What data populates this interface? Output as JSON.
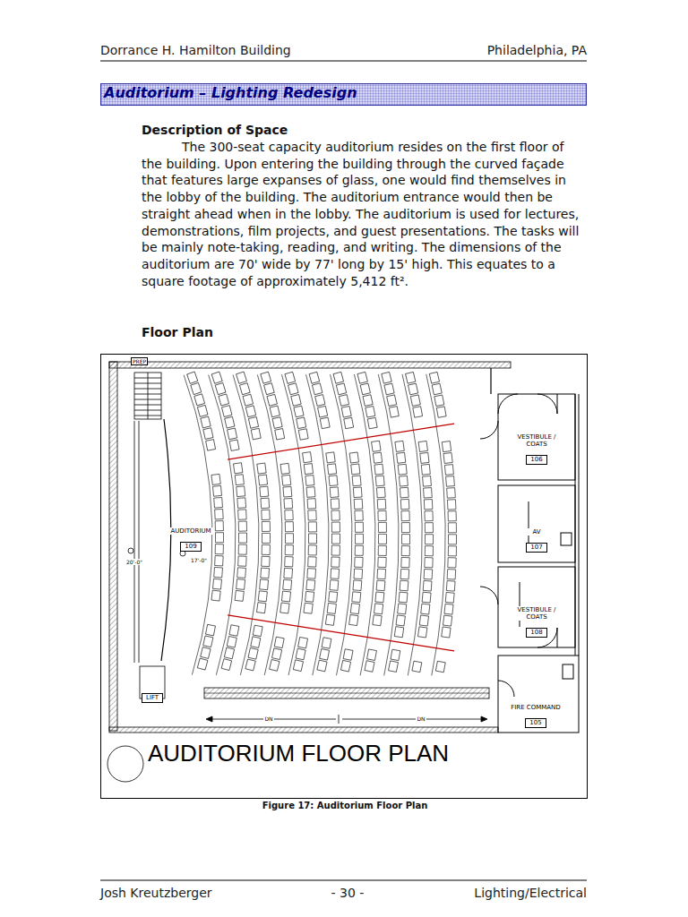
{
  "diagram": {
    "title": "Auditorium – Lighting Redesign",
    "caption": "Figure 17: Auditorium Floor Plan",
    "nodes": [
      {
        "text": [
          "VESTIBULE / COATS",
          "106"
        ]
      },
      {
        "text": [
          "AUDITORIUM",
          "109"
        ]
      },
      {
        "text": [
          "AV",
          "107"
        ]
      },
      {
        "text": [
          "VESTIBULE / COATS",
          "108"
        ]
      },
      {
        "text": [
          "LIFT"
        ]
      },
      {
        "text": [
          "FIRE COMMAND",
          "105"
        ]
      }
    ],
    "labels": [
      "Dorrance H. Hamilton Building",
      "Philadelphia, PA",
      "Description of Space",
      "The 300-seat capacity auditorium resides on the first floor of the building. Upon entering the building through the curved façade that features large expanses of glass, one would find themselves in the lobby of the building. The auditorium entrance would then be straight ahead when in the lobby. The auditorium is used for lectures, demonstrations, film projects, and guest presentations. The tasks will be mainly note-taking, reading, and writing. The dimensions of the auditorium are 70' wide by 77' long by 15' high. This equates to a square footage of approximately 5,412 ft².",
      "Floor Plan",
      "PREP",
      "20'-0\"",
      "17'-0\"",
      "DN",
      "DN",
      "AUDITORIUM FLOOR PLAN",
      "Josh Kreutzberger",
      "- 30 -",
      "Lighting/Electrical"
    ]
  }
}
